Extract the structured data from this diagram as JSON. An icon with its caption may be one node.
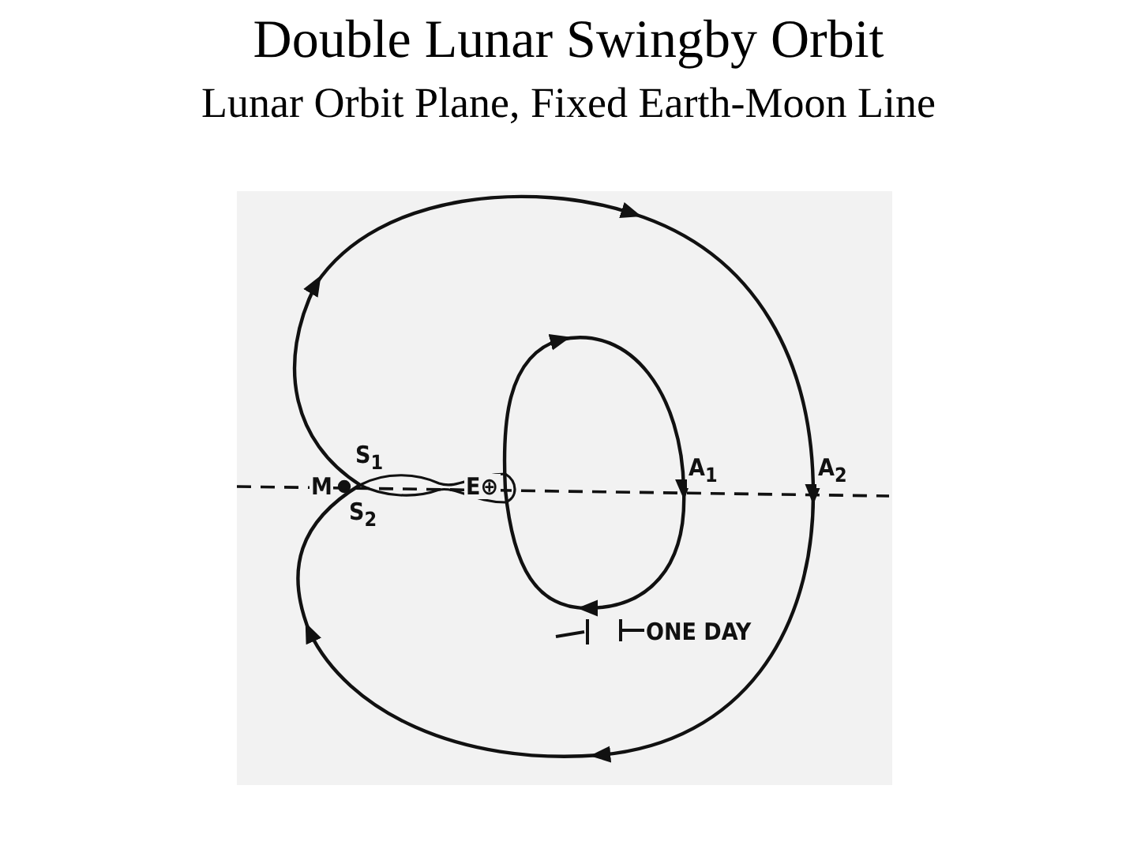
{
  "diagram": {
    "title": "Double Lunar Swingby Orbit",
    "labels": [
      "Lunar Orbit Plane, Fixed Earth-Moon Line",
      "S$_{1}$",
      "M",
      "E⊕",
      "A$_{1}$",
      "A$_{2}$",
      "S$_{2}$",
      "ONE DAY"
    ]
  }
}
